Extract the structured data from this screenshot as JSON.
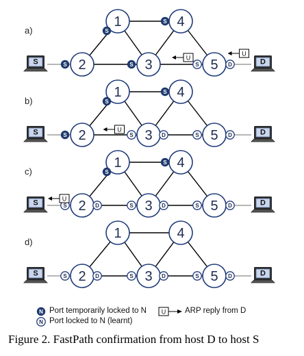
{
  "caption": "Figure 2. FastPath confirmation from host D to host S",
  "colors": {
    "node_stroke": "#1f3a7a",
    "locked_fill": "#1f3a6e",
    "link": "#000000",
    "host_screen": "#c9d6ee"
  },
  "legend": {
    "locked_symbol": "N",
    "locked_text": "Port temporarily locked to N",
    "learnt_symbol": "N",
    "learnt_text": "Port locked to N (learnt)",
    "arp_symbol": "U",
    "arp_text": "ARP reply from D"
  },
  "panels": [
    {
      "label": "a)",
      "ports": [
        {
          "node": "1",
          "label": "S",
          "type": "locked"
        },
        {
          "node": "2",
          "label": "S",
          "type": "locked"
        },
        {
          "node": "3",
          "label": "S",
          "type": "locked"
        },
        {
          "node": "4",
          "label": "S",
          "type": "locked"
        },
        {
          "node": "5",
          "label": "S",
          "type": "learnt"
        },
        {
          "node": "5",
          "label": "D",
          "type": "learnt"
        }
      ],
      "messages": [
        {
          "label": "U",
          "between": "D-5"
        },
        {
          "label": "U",
          "between": "5-3"
        }
      ]
    },
    {
      "label": "b)",
      "ports": [
        {
          "node": "1",
          "label": "S",
          "type": "locked"
        },
        {
          "node": "2",
          "label": "S",
          "type": "locked"
        },
        {
          "node": "3",
          "label": "S",
          "type": "learnt"
        },
        {
          "node": "3",
          "label": "D",
          "type": "learnt"
        },
        {
          "node": "4",
          "label": "S",
          "type": "locked"
        },
        {
          "node": "5",
          "label": "S",
          "type": "learnt"
        },
        {
          "node": "5",
          "label": "D",
          "type": "learnt"
        }
      ],
      "messages": [
        {
          "label": "U",
          "between": "3-2"
        }
      ]
    },
    {
      "label": "c)",
      "ports": [
        {
          "node": "1",
          "label": "S",
          "type": "locked"
        },
        {
          "node": "2",
          "label": "S",
          "type": "learnt"
        },
        {
          "node": "2",
          "label": "D",
          "type": "learnt"
        },
        {
          "node": "3",
          "label": "S",
          "type": "learnt"
        },
        {
          "node": "3",
          "label": "D",
          "type": "learnt"
        },
        {
          "node": "4",
          "label": "S",
          "type": "locked"
        },
        {
          "node": "5",
          "label": "S",
          "type": "learnt"
        },
        {
          "node": "5",
          "label": "D",
          "type": "learnt"
        }
      ],
      "messages": [
        {
          "label": "U",
          "between": "2-S"
        }
      ]
    },
    {
      "label": "d)",
      "ports": [
        {
          "node": "2",
          "label": "S",
          "type": "learnt"
        },
        {
          "node": "2",
          "label": "D",
          "type": "learnt"
        },
        {
          "node": "3",
          "label": "S",
          "type": "learnt"
        },
        {
          "node": "3",
          "label": "D",
          "type": "learnt"
        },
        {
          "node": "5",
          "label": "S",
          "type": "learnt"
        },
        {
          "node": "5",
          "label": "D",
          "type": "learnt"
        }
      ],
      "messages": []
    }
  ],
  "nodes": [
    "1",
    "2",
    "3",
    "4",
    "5"
  ],
  "hosts": [
    "S",
    "D"
  ]
}
